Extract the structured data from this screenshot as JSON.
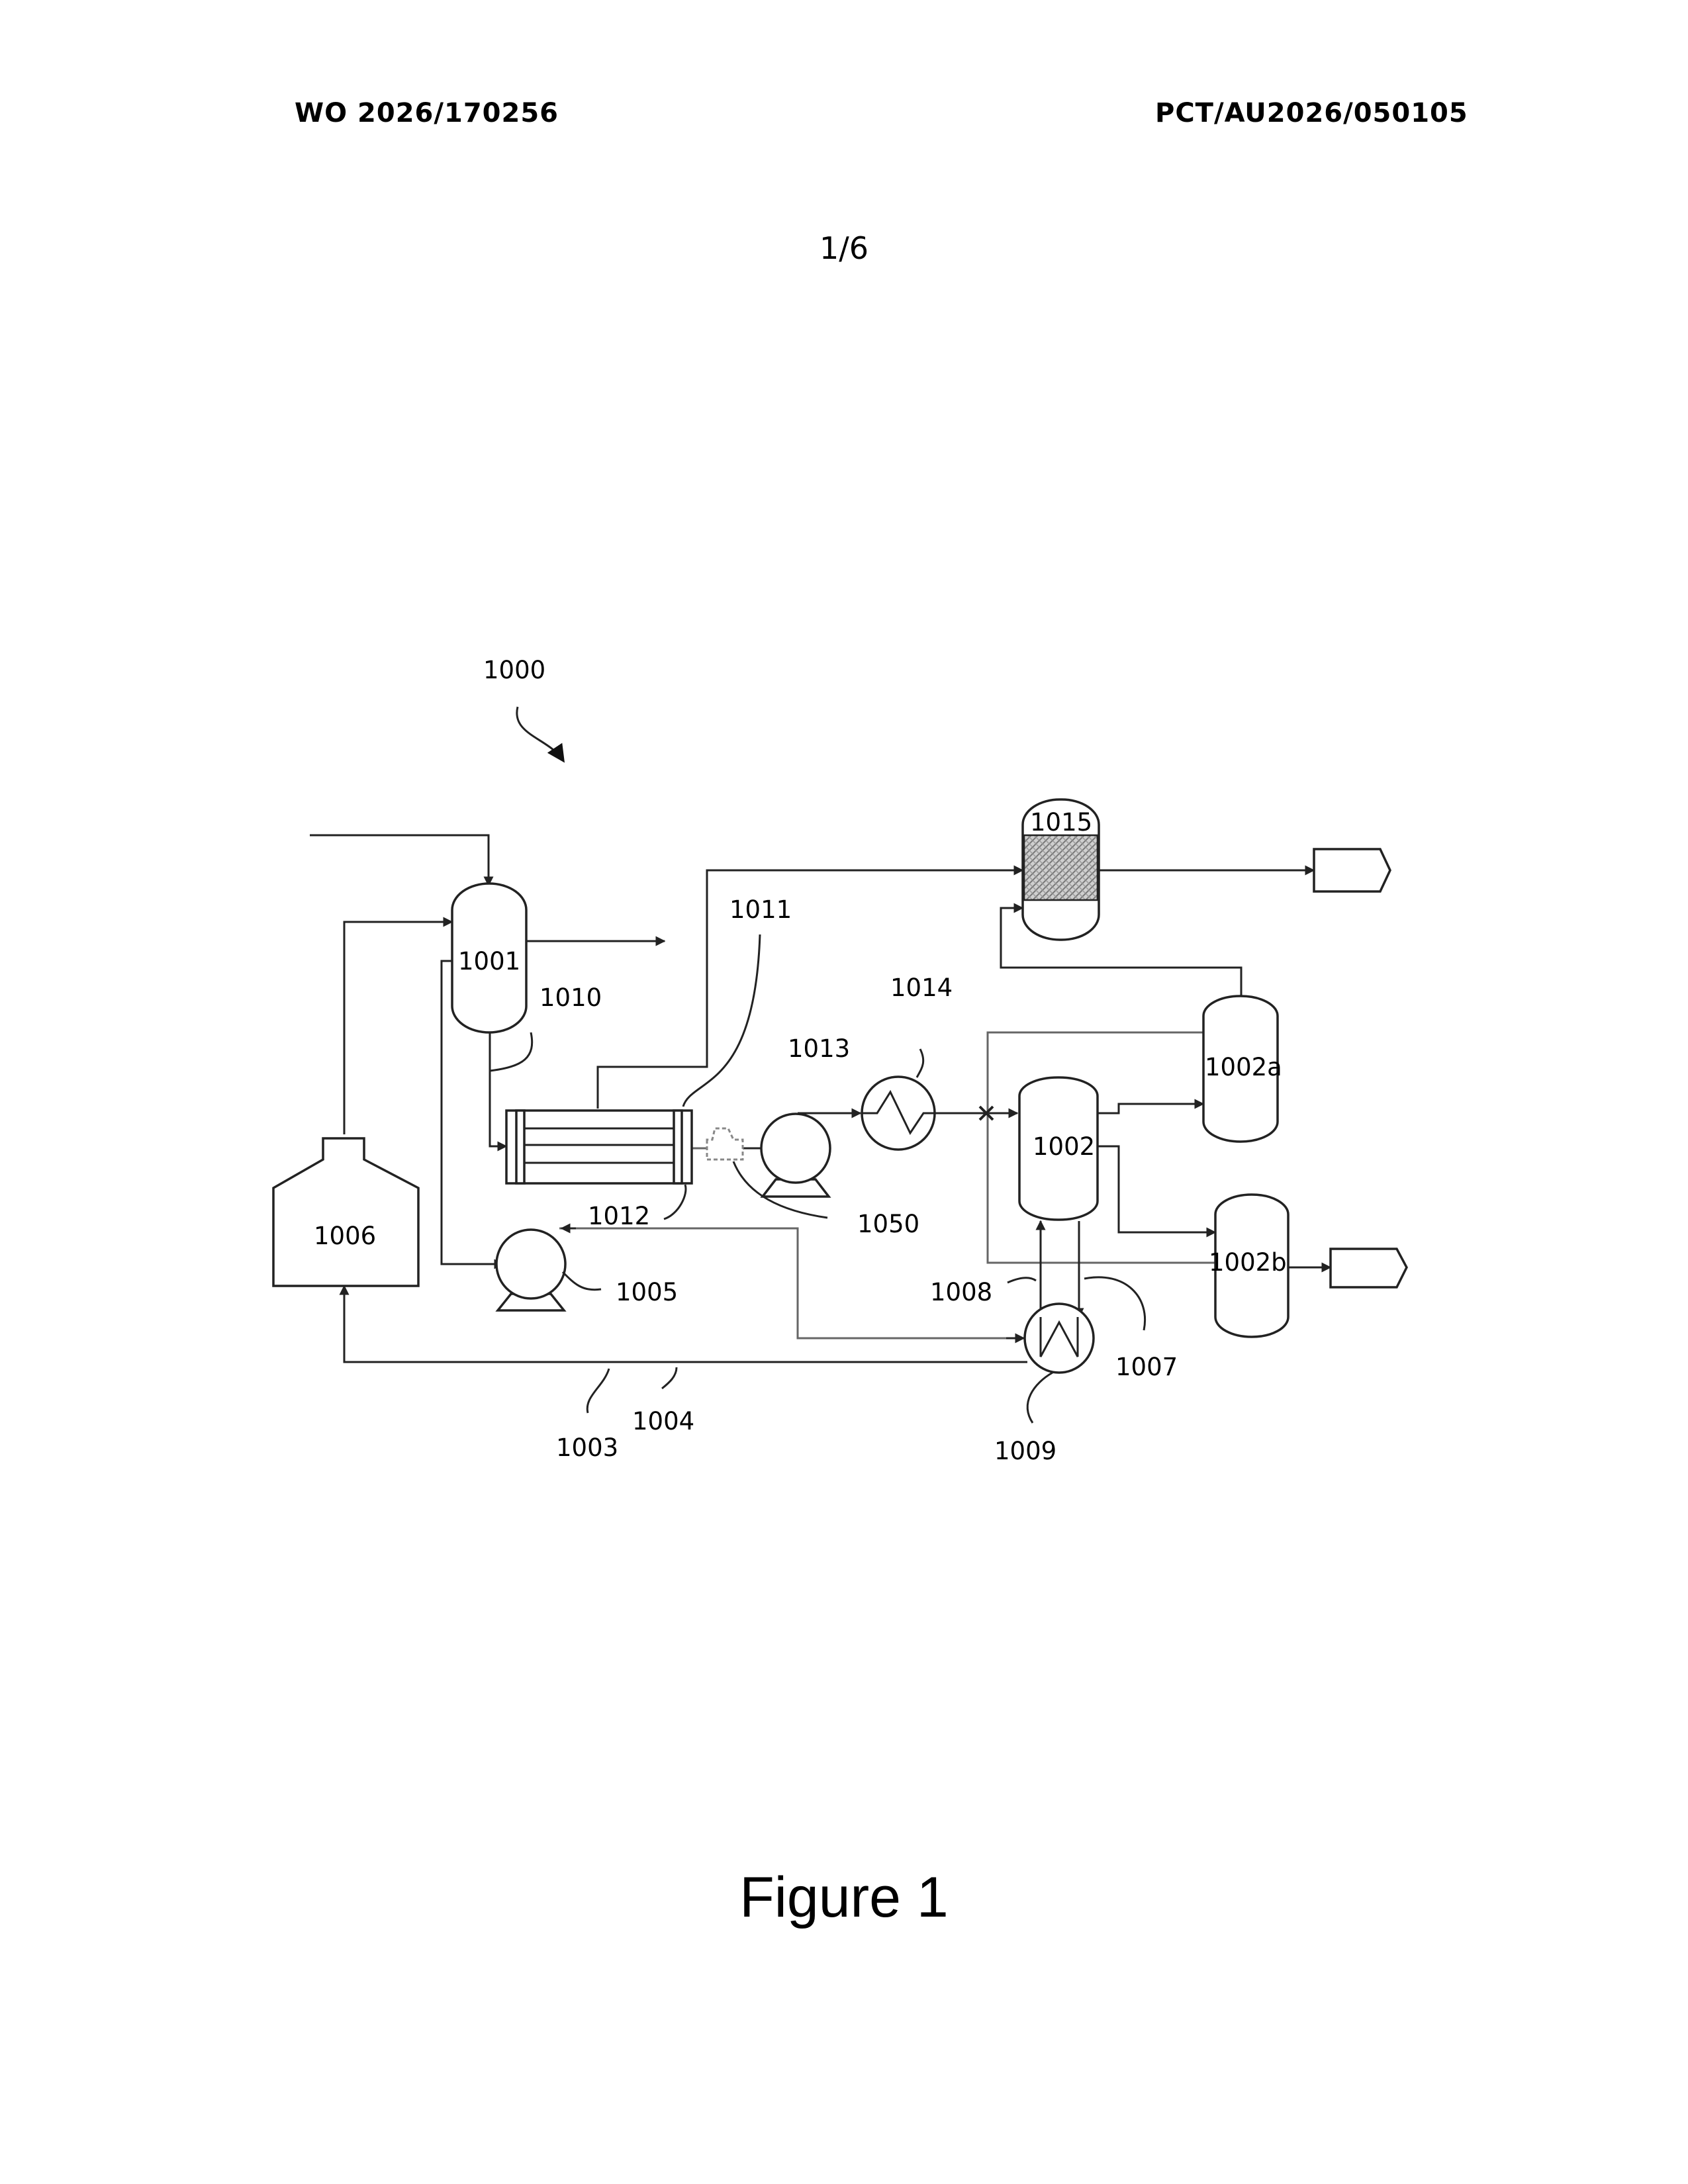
{
  "header": {
    "publication_number": "WO 2026/170256",
    "application_number": "PCT/AU2026/050105"
  },
  "sheet": "1/6",
  "figure_caption": "Figure 1",
  "labels": {
    "system": "1000",
    "vessel_1001": "1001",
    "line_1010": "1010",
    "line_1011": "1011",
    "line_1012": "1012",
    "pump_1013": "1013",
    "heater_1014": "1014",
    "column_1015": "1015",
    "vessel_1002": "1002",
    "vessel_1002a": "1002a",
    "vessel_1002b": "1002b",
    "valve_1050": "1050",
    "pump_1005": "1005",
    "tank_1006": "1006",
    "line_1008": "1008",
    "line_1007": "1007",
    "exchanger_1009": "1009",
    "line_1003": "1003",
    "line_1004": "1004"
  }
}
